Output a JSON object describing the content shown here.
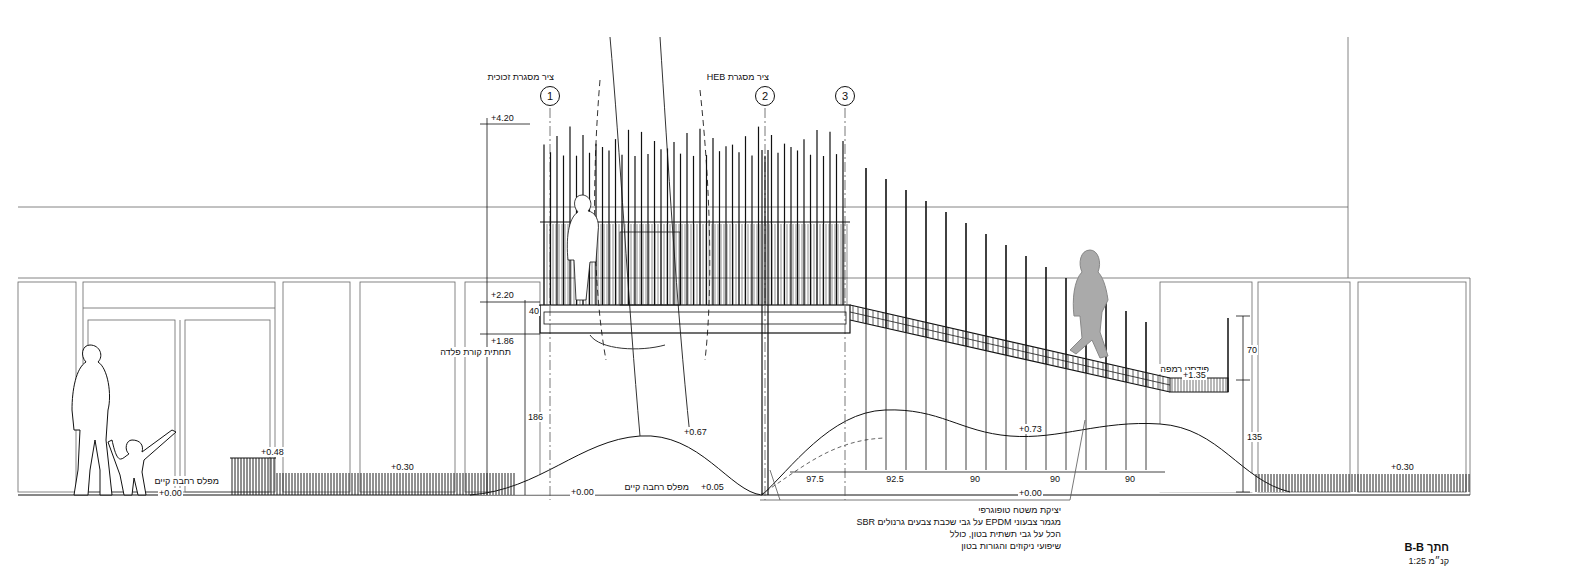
{
  "diagram": {
    "title": "חתך B-B",
    "caption": "קנ״מ 1:25",
    "nodes": [
      {
        "text": [
          "1"
        ]
      },
      {
        "text": [
          "2"
        ]
      },
      {
        "text": [
          "3"
        ]
      }
    ],
    "labels": [
      "ציר מסגרת זכוכית",
      "ציר מסגרת HEB",
      "+4.20",
      "+2.20",
      "+1.86",
      "תחתית קורת פלדה",
      "186",
      "+0.67",
      "+0.48",
      "+0.30",
      "מפלס רחבה קיים",
      "+0.00",
      "+0.00",
      "מפלס רחבה קיים",
      "+0.05",
      "+0.73",
      "+0.00",
      "פודסט רמפה",
      "+1.35",
      "70",
      "135",
      "+0.30",
      "97.5",
      "92.5",
      "90",
      "90",
      "90",
      "יציקת משטח טופוגרפי",
      "מגמר צבעוני EPDM על גבי שכבת צבעים גרנולים SBR",
      "הכל על גבי תשתית בטון, כולל",
      "שיפועי ניקוזים והגורות בטון",
      "40"
    ]
  }
}
